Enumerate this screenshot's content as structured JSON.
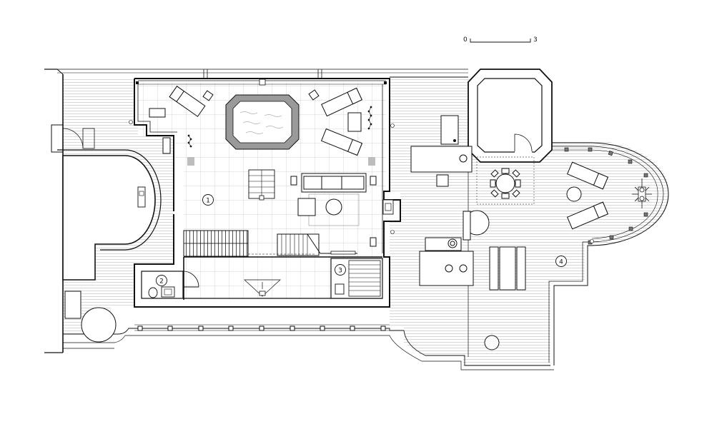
{
  "scale_bar": {
    "start": "0",
    "end": "3"
  },
  "room_labels": [
    "1",
    "2",
    "3",
    "4"
  ],
  "colors": {
    "line": "#1a1a1a",
    "hatch": "#b8b8b8",
    "grid": "#c4c4c4",
    "pool": "#8a8a8a"
  }
}
